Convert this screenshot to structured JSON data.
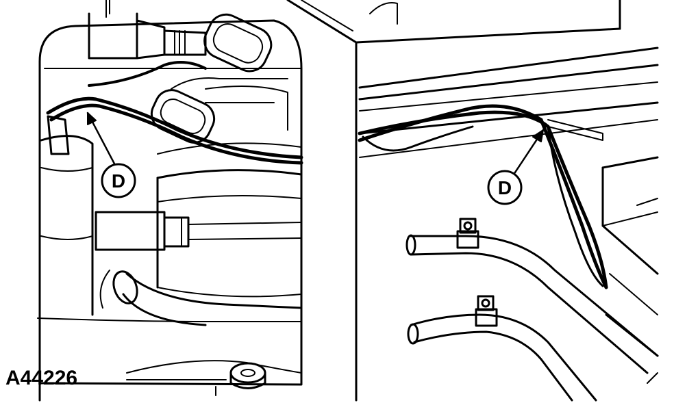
{
  "figure": {
    "id": "A44226",
    "callouts": [
      {
        "label": "D"
      },
      {
        "label": "D"
      }
    ]
  },
  "colors": {
    "line": "#000000",
    "background": "#ffffff"
  }
}
